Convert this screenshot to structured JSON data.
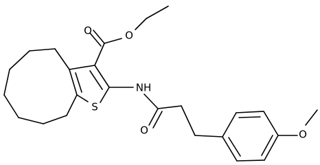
{
  "molecule": {
    "atoms": [
      {
        "id": "O_carbonyl_ester",
        "label": "O"
      },
      {
        "id": "O_ester",
        "label": "O"
      },
      {
        "id": "NH_amide",
        "label": "NH"
      },
      {
        "id": "S_thiophene",
        "label": "S"
      },
      {
        "id": "O_carbonyl_amide",
        "label": "O"
      },
      {
        "id": "O_methoxy",
        "label": "O"
      }
    ]
  }
}
